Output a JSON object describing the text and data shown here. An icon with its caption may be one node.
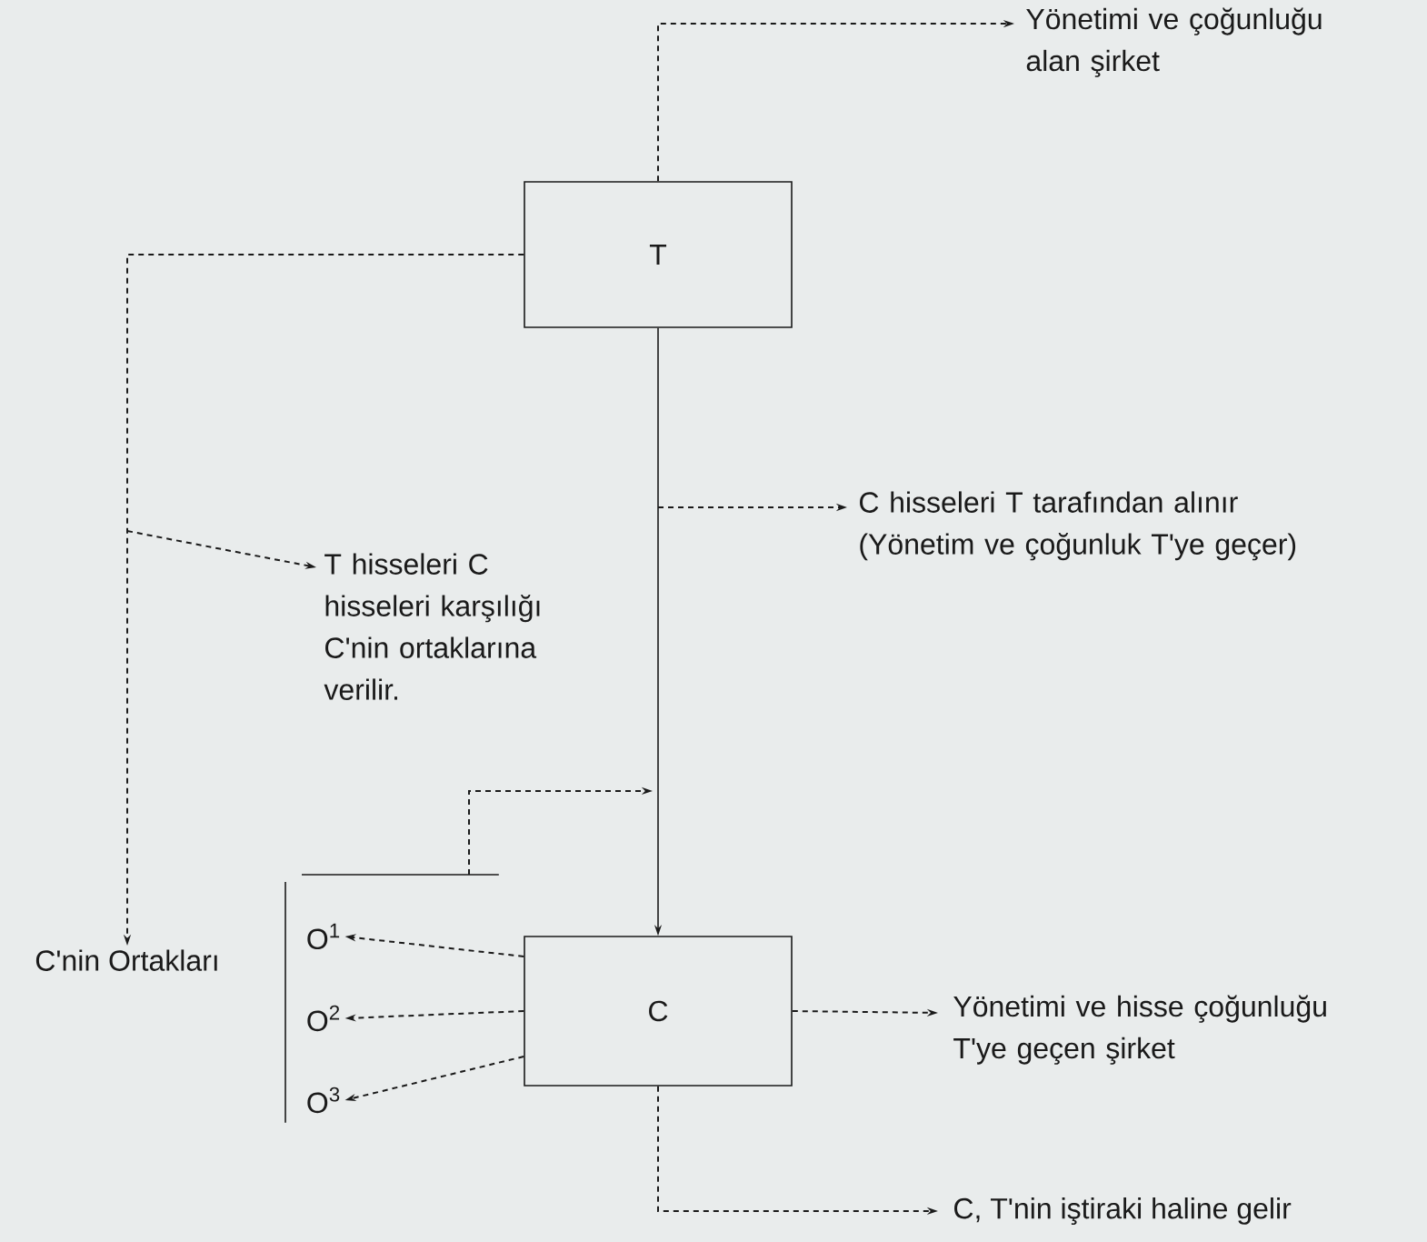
{
  "diagram": {
    "nodes": [
      {
        "text": [
          "T"
        ]
      },
      {
        "text": [
          "C"
        ]
      },
      {
        "text": [
          "Yönetimi ve çoğunluğu alan şirket"
        ]
      },
      {
        "text": [
          "T hisseleri C hisseleri karşılığı C'nin ortaklarına verilir."
        ]
      },
      {
        "text": [
          "C hisseleri T tarafından alınır (Yönetim ve çoğunluk T'ye geçer)"
        ]
      },
      {
        "text": [
          "C'nin Ortakları"
        ]
      },
      {
        "text": [],
        "shape": "bracket"
      },
      {
        "text": [
          "O$^{1}$"
        ],
        "in": 6
      },
      {
        "text": [
          "O$^{2}$"
        ],
        "in": 6
      },
      {
        "text": [
          "O$^{3}$"
        ],
        "in": 6
      },
      {
        "text": [
          "Yönetimi ve hisse çoğunluğu T'ye geçen şirket"
        ]
      },
      {
        "text": [
          "C, T'nin iştiraki haline gelir"
        ]
      }
    ],
    "edges": [
      {
        "from": 0,
        "to": 2,
        "arrow": "to",
        "style": "dashed"
      },
      {
        "from": 0,
        "to": 5,
        "arrow": "to",
        "style": "dashed"
      },
      {
        "from": null,
        "to": 3,
        "arrow": "to",
        "style": "dashed"
      },
      {
        "from": 0,
        "to": 1,
        "arrow": "to"
      },
      {
        "from": null,
        "to": 4,
        "arrow": "to",
        "style": "dashed"
      },
      {
        "from": 6,
        "to": null,
        "arrow": "to",
        "style": "dashed"
      },
      {
        "from": 1,
        "to": 7,
        "arrow": "to",
        "style": "dashed"
      },
      {
        "from": 1,
        "to": 8,
        "arrow": "to",
        "style": "dashed"
      },
      {
        "from": 1,
        "to": 9,
        "arrow": "to",
        "style": "dashed"
      },
      {
        "from": 1,
        "to": 10,
        "arrow": "to",
        "style": "dashed"
      },
      {
        "from": 1,
        "to": 11,
        "arrow": "to",
        "style": "dashed"
      }
    ]
  }
}
